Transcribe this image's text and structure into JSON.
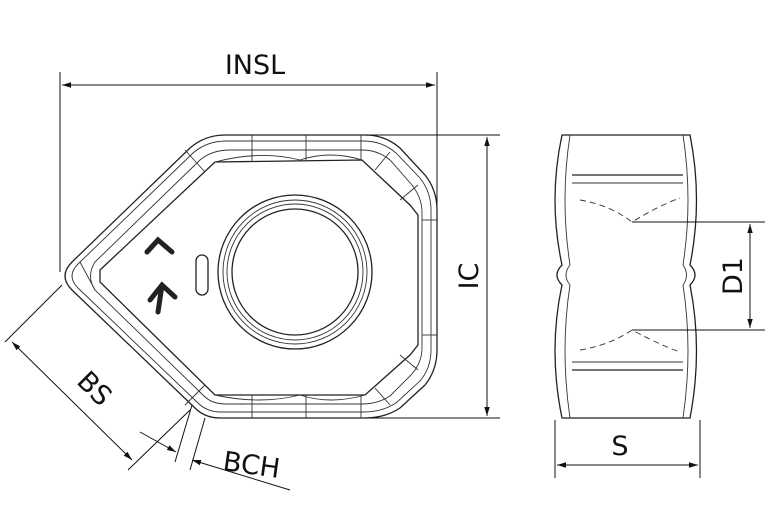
{
  "title": "Insert dimension drawing",
  "labels": {
    "insl": "INSL",
    "ic": "IC",
    "bs": "BS",
    "bch": "BCH",
    "d1": "D1",
    "s": "S"
  },
  "colors": {
    "line": "#222222",
    "background": "#ffffff"
  }
}
